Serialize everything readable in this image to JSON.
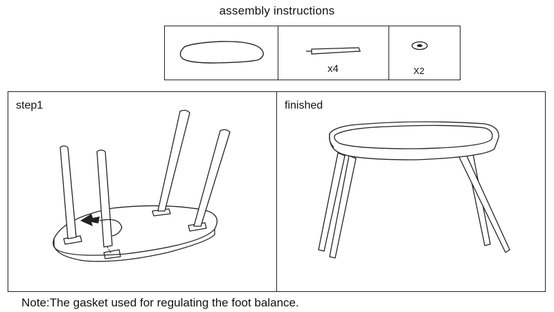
{
  "title": "assembly instructions",
  "parts": [
    {
      "name": "seat",
      "qty": ""
    },
    {
      "name": "leg",
      "qty": "x4"
    },
    {
      "name": "gasket",
      "qty": "X2"
    }
  ],
  "panels": {
    "step_label": "step1",
    "finished_label": "finished"
  },
  "note": "Note:The gasket used for regulating the foot balance.",
  "colors": {
    "line": "#222222",
    "background": "#ffffff"
  },
  "icons": [
    "seat-part-icon",
    "leg-part-icon",
    "gasket-part-icon",
    "inverted-stool-illustration",
    "rotate-arrow-icon",
    "finished-stool-illustration"
  ]
}
